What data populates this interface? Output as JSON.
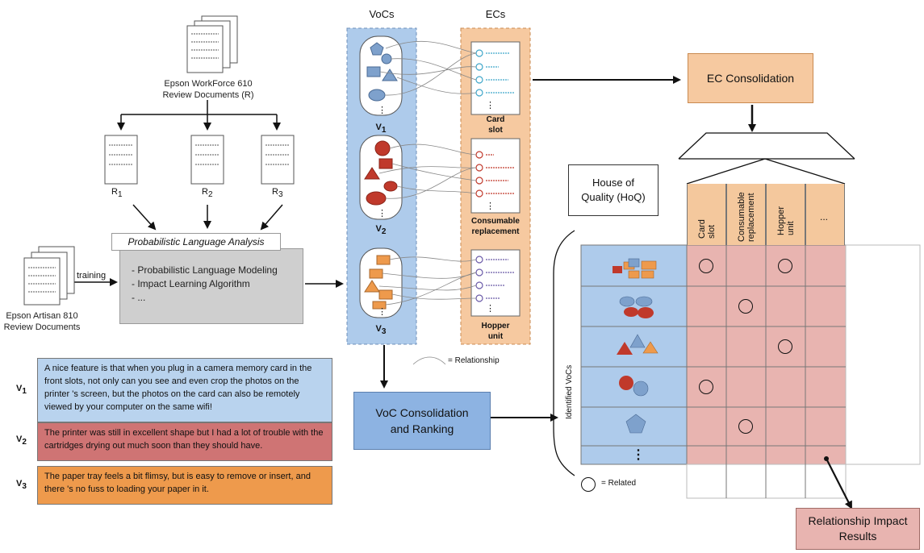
{
  "documents": {
    "workforce_label_line1": "Epson WorkForce 610",
    "workforce_label_line2": "Review Documents (R)",
    "artisan_label_line1": "Epson Artisan 810",
    "artisan_label_line2": "Review Documents",
    "split_labels": [
      {
        "base": "R",
        "sub": "1"
      },
      {
        "base": "R",
        "sub": "2"
      },
      {
        "base": "R",
        "sub": "3"
      }
    ],
    "training_label": "training"
  },
  "analysis": {
    "title": "Probabilistic Language Analysis",
    "items": [
      "- Probabilistic Language Modeling",
      "- Impact Learning Algorithm",
      "- ..."
    ]
  },
  "vocs": {
    "title": "VoCs",
    "groups": [
      {
        "base": "V",
        "sub": "1"
      },
      {
        "base": "V",
        "sub": "2"
      },
      {
        "base": "V",
        "sub": "3"
      }
    ]
  },
  "ecs": {
    "title": "ECs",
    "groups": [
      {
        "line1": "Card",
        "line2": "slot"
      },
      {
        "line1": "Consumable",
        "line2": "replacement"
      },
      {
        "line1": "Hopper",
        "line2": "unit"
      }
    ]
  },
  "relationship_legend": "= Relationship",
  "ec_consolidation": "EC Consolidation",
  "voc_consolidation": {
    "line1": "VoC Consolidation",
    "line2": "and Ranking"
  },
  "reviews": [
    {
      "label_base": "V",
      "label_sub": "1",
      "text": "A nice feature is that when you plug in a camera memory card in the front slots, not only can you see and even crop the photos on the printer 's screen, but the photos on the card can also be remotely viewed by your computer on the same wifi!",
      "color": "#b9d3ee"
    },
    {
      "label_base": "V",
      "label_sub": "2",
      "text": "The printer was still in excellent shape but I had a lot of trouble with the cartridges drying out much soon than they should have.",
      "color": "#cf7474"
    },
    {
      "label_base": "V",
      "label_sub": "3",
      "text": "The paper tray feels a bit flimsy, but is easy to remove or insert, and there 's no fuss to loading your paper in it.",
      "color": "#ee9a4c"
    }
  ],
  "hoq": {
    "title_line1": "House of",
    "title_line2": "Quality (HoQ)",
    "columns": [
      {
        "line1": "Card",
        "line2": "slot"
      },
      {
        "line1": "Consumable",
        "line2": "replacement"
      },
      {
        "line1": "Hopper",
        "line2": "unit"
      },
      {
        "line1": "...",
        "line2": ""
      }
    ],
    "rows_label": "Identified VoCs",
    "related_legend": "= Related",
    "matrix": [
      [
        1,
        0,
        1,
        0
      ],
      [
        0,
        1,
        0,
        0
      ],
      [
        0,
        0,
        1,
        0
      ],
      [
        1,
        0,
        0,
        0
      ],
      [
        0,
        1,
        0,
        0
      ],
      [
        0,
        0,
        0,
        0
      ]
    ],
    "more_rows": "⋮"
  },
  "results": {
    "line1": "Relationship Impact",
    "line2": "Results"
  },
  "colors": {
    "voc_blue": "#aecbeb",
    "ec_orange": "#f6c9a0",
    "red_shape": "#c0392b",
    "orange_shape": "#ee9a4c",
    "blue_shape": "#7ea1cc",
    "matrix_pink": "#e8b4b0",
    "gray_box": "#cfcfcf"
  }
}
